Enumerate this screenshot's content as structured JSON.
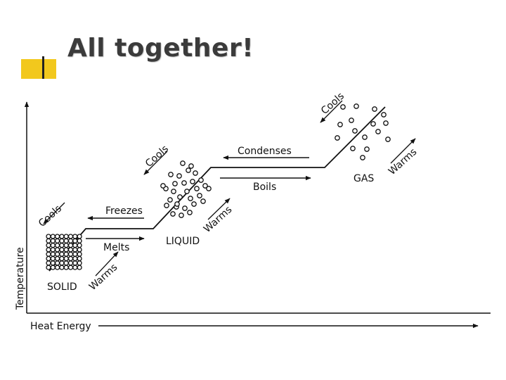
{
  "slide": {
    "title": "All together!"
  },
  "diagram": {
    "axis_y_label": "Temperature",
    "axis_x_label": "Heat Energy",
    "phases": {
      "solid": "SOLID",
      "liquid": "LIQUID",
      "gas": "GAS"
    },
    "transitions": {
      "freezes": "Freezes",
      "melts": "Melts",
      "condenses": "Condenses",
      "boils": "Boils"
    },
    "slope_labels": {
      "solid_cools": "Cools",
      "solid_warms": "Warms",
      "liquid_cools": "Cools",
      "liquid_warms": "Warms",
      "gas_cools": "Cools",
      "gas_warms": "Warms"
    }
  }
}
